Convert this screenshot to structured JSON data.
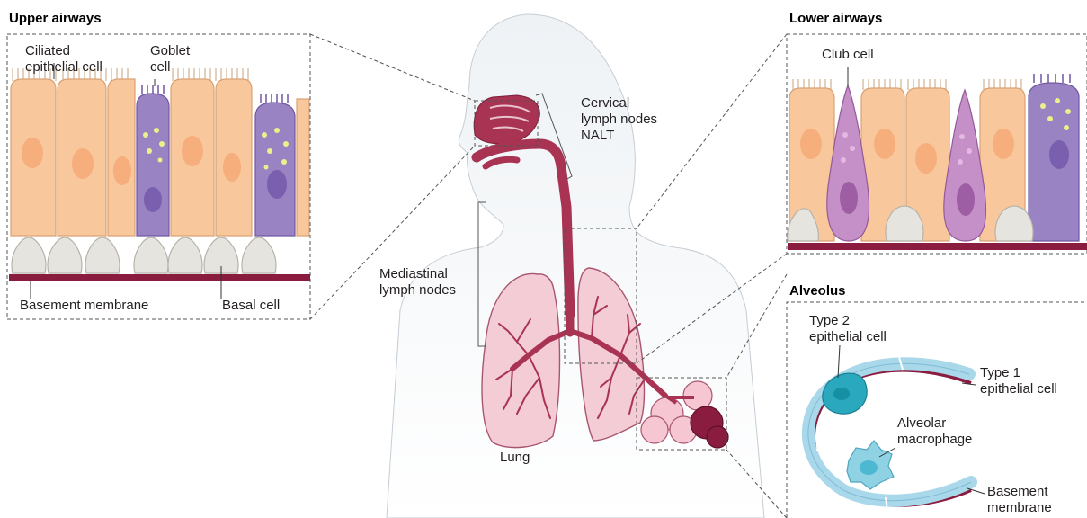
{
  "panels": {
    "upper": {
      "title": "Upper airways",
      "ciliated": [
        "Ciliated",
        "epithelial cell"
      ],
      "goblet": [
        "Goblet",
        "cell"
      ],
      "basement": "Basement membrane",
      "basal": "Basal cell"
    },
    "lower": {
      "title": "Lower airways",
      "club": "Club cell"
    },
    "alveolus": {
      "title": "Alveolus",
      "type2": [
        "Type 2",
        "epithelial cell"
      ],
      "type1": [
        "Type 1",
        "epithelial cell"
      ],
      "macrophage": [
        "Alveolar",
        "macrophage"
      ],
      "basement": [
        "Basement",
        "membrane"
      ]
    }
  },
  "body": {
    "cervical": [
      "Cervical",
      "lymph nodes",
      "NALT"
    ],
    "mediastinal": [
      "Mediastinal",
      "lymph nodes"
    ],
    "lung": "Lung"
  },
  "colors": {
    "ciliated_cell": "#f9c79c",
    "goblet_cell": "#9a83c3",
    "club_cell": "#c58fc8",
    "basal_cell": "#e6e4df",
    "membrane": "#8a1c3f",
    "airway": "#a83353",
    "lung": "#f2c9d3",
    "body_silhouette": "#e9edf1",
    "type2_cell": "#2aa9be"
  }
}
